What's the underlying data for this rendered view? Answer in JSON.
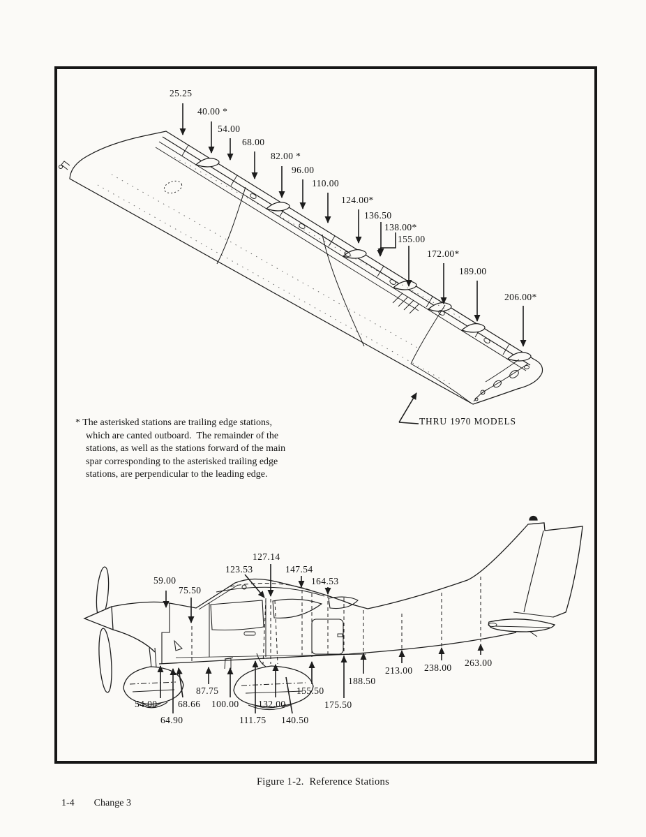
{
  "caption": "Figure 1-2.  Reference Stations",
  "footer": {
    "page_number": "1-4",
    "change_notice": "Change 3"
  },
  "wing": {
    "thru_label": "THRU 1970 MODELS",
    "stations": [
      "25.25",
      "40.00 *",
      "54.00",
      "68.00",
      "82.00 *",
      "96.00",
      "110.00",
      "124.00*",
      "136.50",
      "138.00*",
      "155.00",
      "172.00*",
      "189.00",
      "206.00*"
    ],
    "note_lines": [
      "* The asterisked stations are trailing edge stations,",
      "which are canted outboard.  The remainder of the",
      "stations, as well as the stations forward of the main",
      "spar corresponding to the asterisked trailing edge",
      "stations, are perpendicular to the leading edge."
    ]
  },
  "fuselage": {
    "top_stations": [
      "59.00",
      "75.50",
      "123.53",
      "127.14",
      "147.54",
      "164.53"
    ],
    "bottom_stations": [
      "54.00",
      "64.90",
      "68.66",
      "87.75",
      "100.00",
      "111.75",
      "132.00",
      "140.50",
      "155.50",
      "175.50",
      "188.50",
      "213.00",
      "238.00",
      "263.00"
    ]
  },
  "colors": {
    "ink": "#1c1c1c",
    "paper": "#fbfaf7"
  }
}
